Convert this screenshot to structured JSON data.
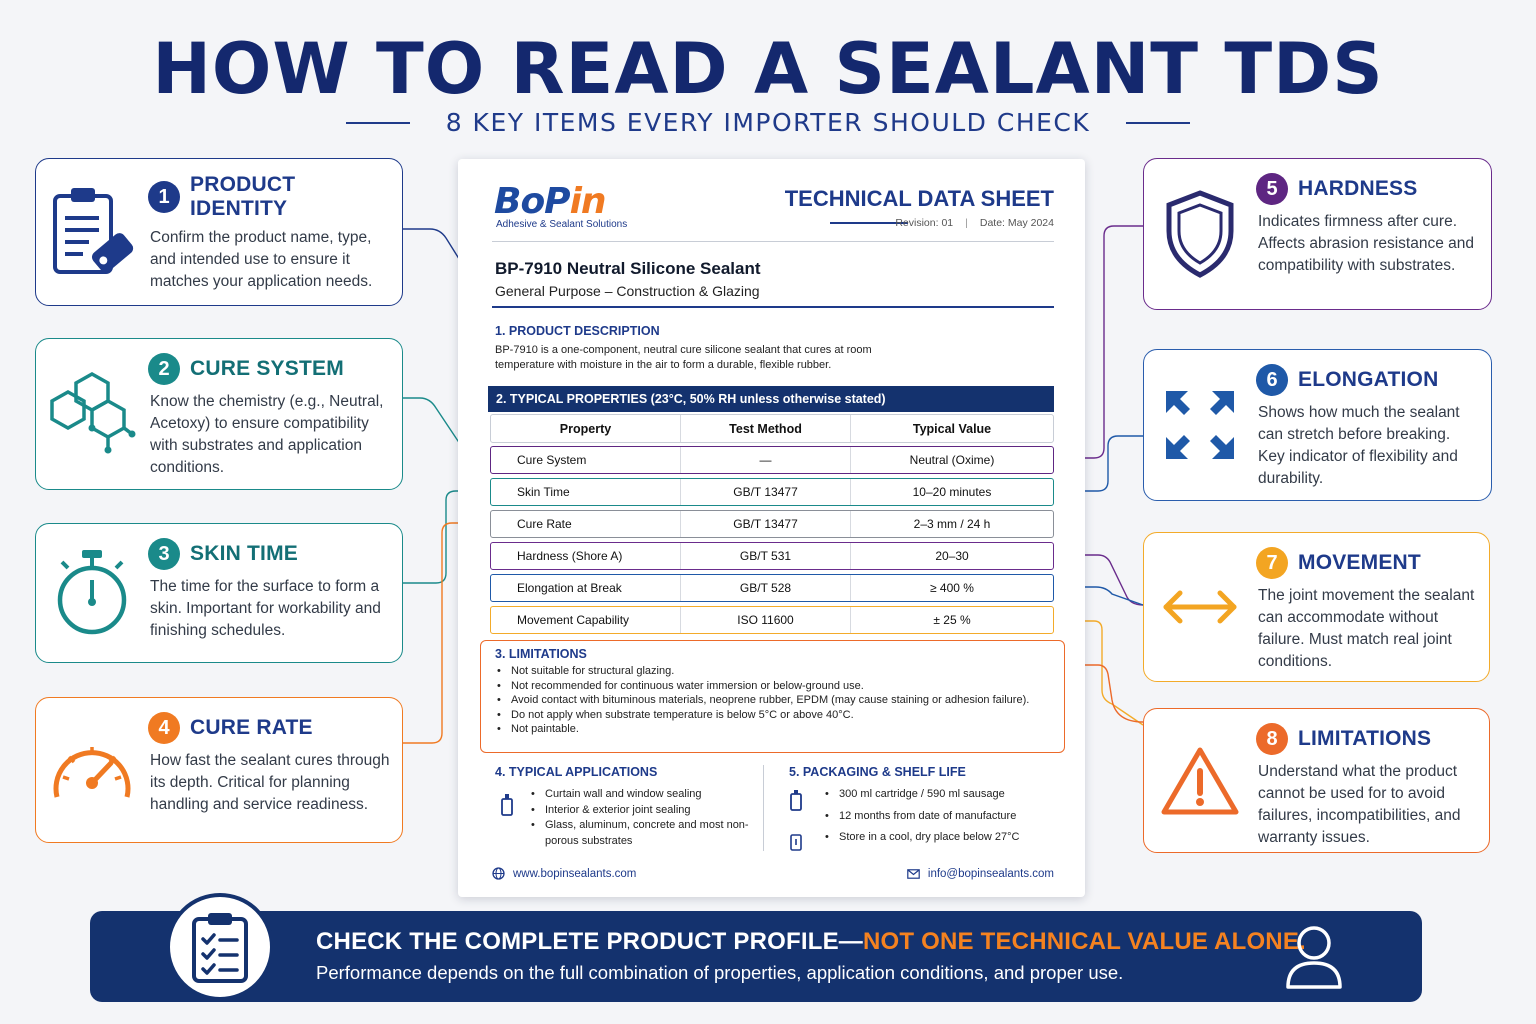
{
  "header": {
    "title": "HOW TO READ A SEALANT TDS",
    "subtitle": "8 KEY ITEMS EVERY IMPORTER SHOULD CHECK"
  },
  "cards": [
    {
      "num": "1",
      "title": "PRODUCT IDENTITY",
      "desc": "Confirm the product name, type, and intended use to ensure it matches your application needs.",
      "icon": "clipboard-tag-icon",
      "color": "#1e3a8a"
    },
    {
      "num": "2",
      "title": "CURE SYSTEM",
      "desc": "Know the chemistry (e.g., Neutral, Acetoxy) to ensure compatibility with substrates and application conditions.",
      "icon": "molecule-icon",
      "color": "#1a8a8a"
    },
    {
      "num": "3",
      "title": "SKIN TIME",
      "desc": "The time for the surface to form a skin. Important for workability and finishing schedules.",
      "icon": "stopwatch-icon",
      "color": "#1a8a8a"
    },
    {
      "num": "4",
      "title": "CURE RATE",
      "desc": "How fast the sealant cures through its depth. Critical for planning handling and service readiness.",
      "icon": "gauge-icon",
      "color": "#f07a22"
    },
    {
      "num": "5",
      "title": "HARDNESS",
      "desc": "Indicates firmness after cure. Affects abrasion resistance and compatibility with substrates.",
      "icon": "shield-icon",
      "color": "#5e2682"
    },
    {
      "num": "6",
      "title": "ELONGATION",
      "desc": "Shows how much the sealant can stretch before breaking. Key indicator of flexibility and durability.",
      "icon": "expand-arrows-icon",
      "color": "#1f59a8"
    },
    {
      "num": "7",
      "title": "MOVEMENT",
      "desc": "The joint movement the sealant can accommodate without failure. Must match real joint conditions.",
      "icon": "double-arrow-icon",
      "color": "#f3a522"
    },
    {
      "num": "8",
      "title": "LIMITATIONS",
      "desc": "Understand what the product cannot be used for to avoid failures, incompatibilities, and warranty issues.",
      "icon": "warning-triangle-icon",
      "color": "#ec6a2a"
    }
  ],
  "doc": {
    "logo_main": "BoP",
    "logo_accent": "in",
    "logo_tag": "Adhesive & Sealant Solutions",
    "title": "TECHNICAL DATA SHEET",
    "revision": "Revision: 01",
    "rev_sep": "|",
    "date": "Date: May 2024",
    "product_name": "BP-7910 Neutral Silicone Sealant",
    "product_sub": "General Purpose – Construction & Glazing",
    "desc_head": "1.  PRODUCT DESCRIPTION",
    "desc_body": "BP-7910 is a one-component, neutral cure silicone sealant that cures at room temperature with moisture in the air to form a durable, flexible rubber.",
    "props_head": "2.  TYPICAL PROPERTIES (23°C, 50% RH unless otherwise stated)",
    "table_headers": [
      "Property",
      "Test Method",
      "Typical Value"
    ],
    "rows": [
      {
        "property": "Cure System",
        "method": "—",
        "value": "Neutral (Oxime)",
        "color": "#5e2682"
      },
      {
        "property": "Skin Time",
        "method": "GB/T 13477",
        "value": "10–20 minutes",
        "color": "#1a8a8a"
      },
      {
        "property": "Cure Rate",
        "method": "GB/T 13477",
        "value": "2–3 mm / 24 h",
        "color": "#f07a22"
      },
      {
        "property": "Hardness (Shore A)",
        "method": "GB/T 531",
        "value": "20–30",
        "color": "#6a2c8c"
      },
      {
        "property": "Elongation at Break",
        "method": "GB/T 528",
        "value": "≥ 400 %",
        "color": "#1f59a8"
      },
      {
        "property": "Movement Capability",
        "method": "ISO 11600",
        "value": "± 25 %",
        "color": "#f3ab2a"
      }
    ],
    "lim_head": "3.  LIMITATIONS",
    "limitations": [
      "Not suitable for structural glazing.",
      "Not recommended for continuous water immersion or below-ground use.",
      "Avoid contact with bituminous materials, neoprene rubber, EPDM (may cause staining or adhesion failure).",
      "Do not apply when substrate temperature is below 5°C or above 40°C.",
      "Not paintable."
    ],
    "app_head": "4.  TYPICAL APPLICATIONS",
    "applications": [
      "Curtain wall and window sealing",
      "Interior & exterior joint sealing",
      "Glass, aluminum, concrete and most non-porous substrates"
    ],
    "pack_head": "5.  PACKAGING & SHELF LIFE",
    "packaging": [
      "300 ml cartridge / 590 ml sausage",
      "12 months from date of manufacture",
      "Store in a cool, dry place below 27°C"
    ],
    "website": "www.bopinsealants.com",
    "email": "info@bopinsealants.com"
  },
  "banner": {
    "line1_main": "CHECK THE COMPLETE PRODUCT PROFILE—",
    "line1_highlight": "NOT ONE TECHNICAL VALUE ALONE.",
    "line2": "Performance depends on the full combination of properties, application conditions, and proper use."
  },
  "colors": {
    "navy": "#14286e",
    "accent_orange": "#f58220",
    "banner_bg": "#14326e"
  }
}
